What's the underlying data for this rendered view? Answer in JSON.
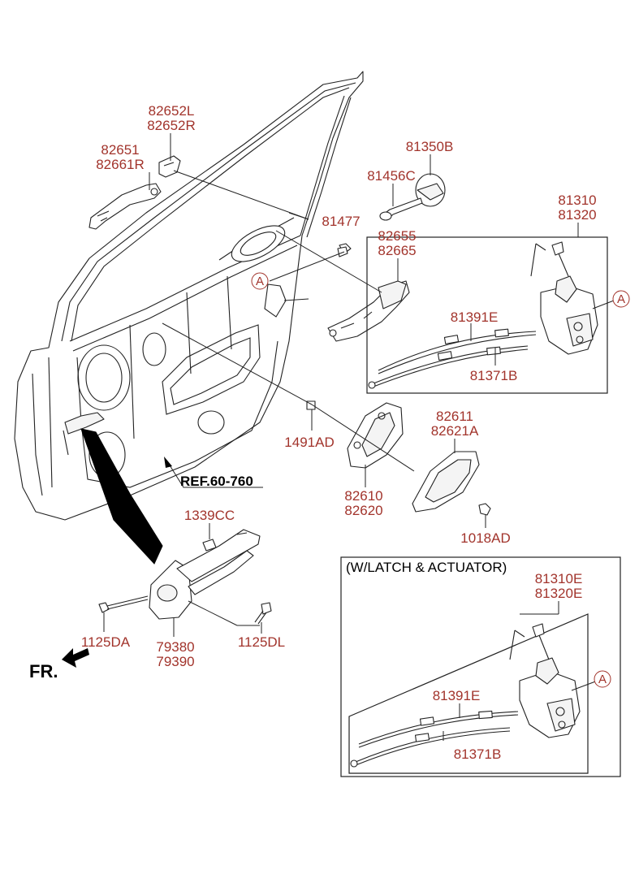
{
  "labels": {
    "p82652": [
      "82652L",
      "82652R"
    ],
    "p82651": [
      "82651",
      "82661R"
    ],
    "p81350B": "81350B",
    "p81456C": "81456C",
    "p81477": "81477",
    "p82655": [
      "82655",
      "82665"
    ],
    "p81310": [
      "81310",
      "81320"
    ],
    "p81391E_top": "81391E",
    "p81371B_top": "81371B",
    "p1491AD": "1491AD",
    "p82611": [
      "82611",
      "82621A"
    ],
    "p82610": [
      "82610",
      "82620"
    ],
    "p1018AD": "1018AD",
    "p1339CC": "1339CC",
    "p1125DA": "1125DA",
    "p79380": [
      "79380",
      "79390"
    ],
    "p1125DL": "1125DL",
    "p81310E": [
      "81310E",
      "81320E"
    ],
    "p81391E_bot": "81391E",
    "p81371B_bot": "81371B"
  },
  "ref_text": "REF.60-760",
  "front_text": "FR.",
  "callout_letter": "A",
  "inset_title": "(W/LATCH & ACTUATOR)",
  "colors": {
    "part_number": "#a2342c",
    "line": "#222222",
    "background": "#ffffff"
  }
}
